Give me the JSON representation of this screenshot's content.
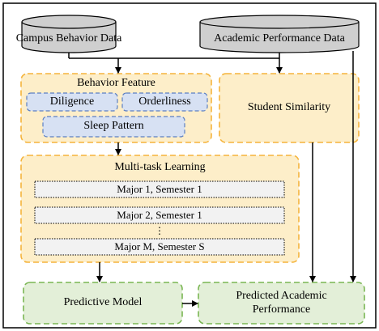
{
  "sources": {
    "campus_behavior": "Campus Behavior Data",
    "academic_performance": "Academic Performance Data"
  },
  "behavior_feature": {
    "title": "Behavior Feature",
    "items": [
      "Diligence",
      "Orderliness",
      "Sleep Pattern"
    ]
  },
  "student_similarity": "Student Similarity",
  "multitask": {
    "title": "Multi-task Learning",
    "tasks": [
      "Major 1, Semester 1",
      "Major 2, Semester 1",
      "Major M, Semester S"
    ],
    "ellipsis": "⋮"
  },
  "predictive_model": "Predictive Model",
  "predicted_performance": {
    "line1": "Predicted Academic",
    "line2": "Performance"
  },
  "colors": {
    "orange_fill": "#fdeec9",
    "orange_stroke": "#f5b43c",
    "blue_fill": "#d7e1f3",
    "blue_stroke": "#5b7fc2",
    "green_fill": "#e3efd8",
    "green_stroke": "#7ab653",
    "db_fill": "#cfcfcf",
    "task_fill": "#f2f2f2"
  }
}
